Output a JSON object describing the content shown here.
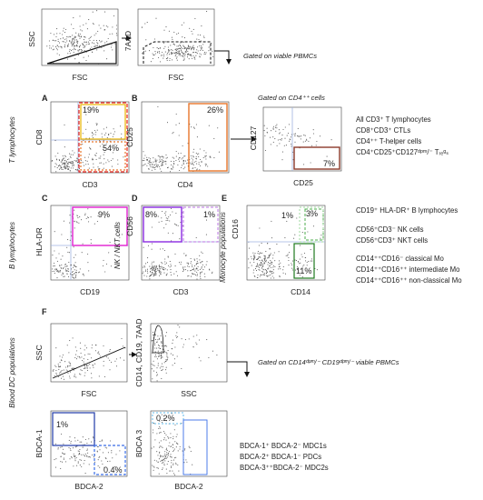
{
  "panel_letters": {
    "A": "A",
    "B": "B",
    "C": "C",
    "D": "D",
    "E": "E",
    "F": "F"
  },
  "axis": {
    "ssc": "SSC",
    "fsc": "FSC",
    "aad": "7AAD",
    "cd8": "CD8",
    "cd3": "CD3",
    "cd25": "CD25",
    "cd4": "CD4",
    "cd127": "CD127",
    "hladr": "HLA-DR",
    "cd19": "CD19",
    "cd56": "CD56",
    "cd16": "CD16",
    "cd14": "CD14",
    "cd14cd19aad": "CD14, CD19, 7AAD",
    "bdca1": "BDCA-1",
    "bdca2": "BDCA-2",
    "bdca3": "BDCA 3"
  },
  "notes": {
    "viable": "Gated on viable PBMCs",
    "cd4cells": "Gated on CD4⁺⁺ cells",
    "dc_gate": "Gated on CD14ᵈᵖᵐ/⁻ CD19ᵈᵖᵐ/⁻ viable PBMCs"
  },
  "side_labels": {
    "t_lymph": "T lymphocytes",
    "b_lymph": "B lymphocytes",
    "nk": "NK / NKT cells",
    "mono": "Monocyte populations",
    "dc": "Blood DC populations"
  },
  "percentages": {
    "a_cd8": "19%",
    "a_cd4": "54%",
    "b_cd25": "26%",
    "treg": "7%",
    "c_b": "9%",
    "d_nk": "8%",
    "d_nkt": "1%",
    "e_1": "1%",
    "e_3": "3%",
    "e_11": "11%",
    "f_1": "1%",
    "f_04": "0.4%",
    "f_02": "0.2%"
  },
  "legend_t": [
    {
      "text": "All CD3⁺ T lymphocytes",
      "color": "#e8231c"
    },
    {
      "text": "CD8⁺CD3⁺ CTLs",
      "color": "#e8b300"
    },
    {
      "text": "CD4⁺⁺ T-helper cells",
      "color": "#e8762a"
    },
    {
      "text": "CD4⁺CD25⁺CD127ᵈᵖᵐ/⁻ Tᵣₑᵍₛ",
      "color": "#8b3a2b"
    }
  ],
  "legend_b": [
    {
      "text": "CD19⁺ HLA-DR⁺ B lymphocytes",
      "color": "#e020d0"
    }
  ],
  "legend_nk": [
    {
      "text": "CD56⁺CD3⁻ NK cells",
      "color": "#8a2be2"
    },
    {
      "text": "CD56⁺CD3⁺ NKT cells",
      "color": "#c78ee8"
    }
  ],
  "legend_mo": [
    {
      "text": "CD14⁺⁺CD16⁻ classical Mo",
      "color": "#1e7a1e"
    },
    {
      "text": "CD14⁺⁺CD16⁺⁺ intermediate Mo",
      "color": "#4cae4c"
    },
    {
      "text": "CD14⁺⁺CD16⁺⁺ non-classical Mo",
      "color": "#9fd99f"
    }
  ],
  "legend_dc": [
    {
      "text": "BDCA-1⁺ BDCA-2⁻ MDC1s",
      "color": "#1f3aa8"
    },
    {
      "text": "BDCA-2⁺ BDCA-1⁻ PDCs",
      "color": "#3a6ee8"
    },
    {
      "text": "BDCA-3⁺⁺BDCA-2⁻ MDC2s",
      "color": "#5fb8e8"
    }
  ],
  "colors": {
    "red": "#e8231c",
    "yellow": "#e8b300",
    "orange": "#e8762a",
    "brown": "#8b3a2b",
    "magenta": "#e020d0",
    "purple": "#8a2be2",
    "lilac": "#c78ee8",
    "green1": "#1e7a1e",
    "green2": "#4cae4c",
    "green3": "#9fd99f",
    "blue1": "#1f3aa8",
    "blue2": "#3a6ee8",
    "blue3": "#5fb8e8",
    "quad": "#9fb2e0"
  }
}
